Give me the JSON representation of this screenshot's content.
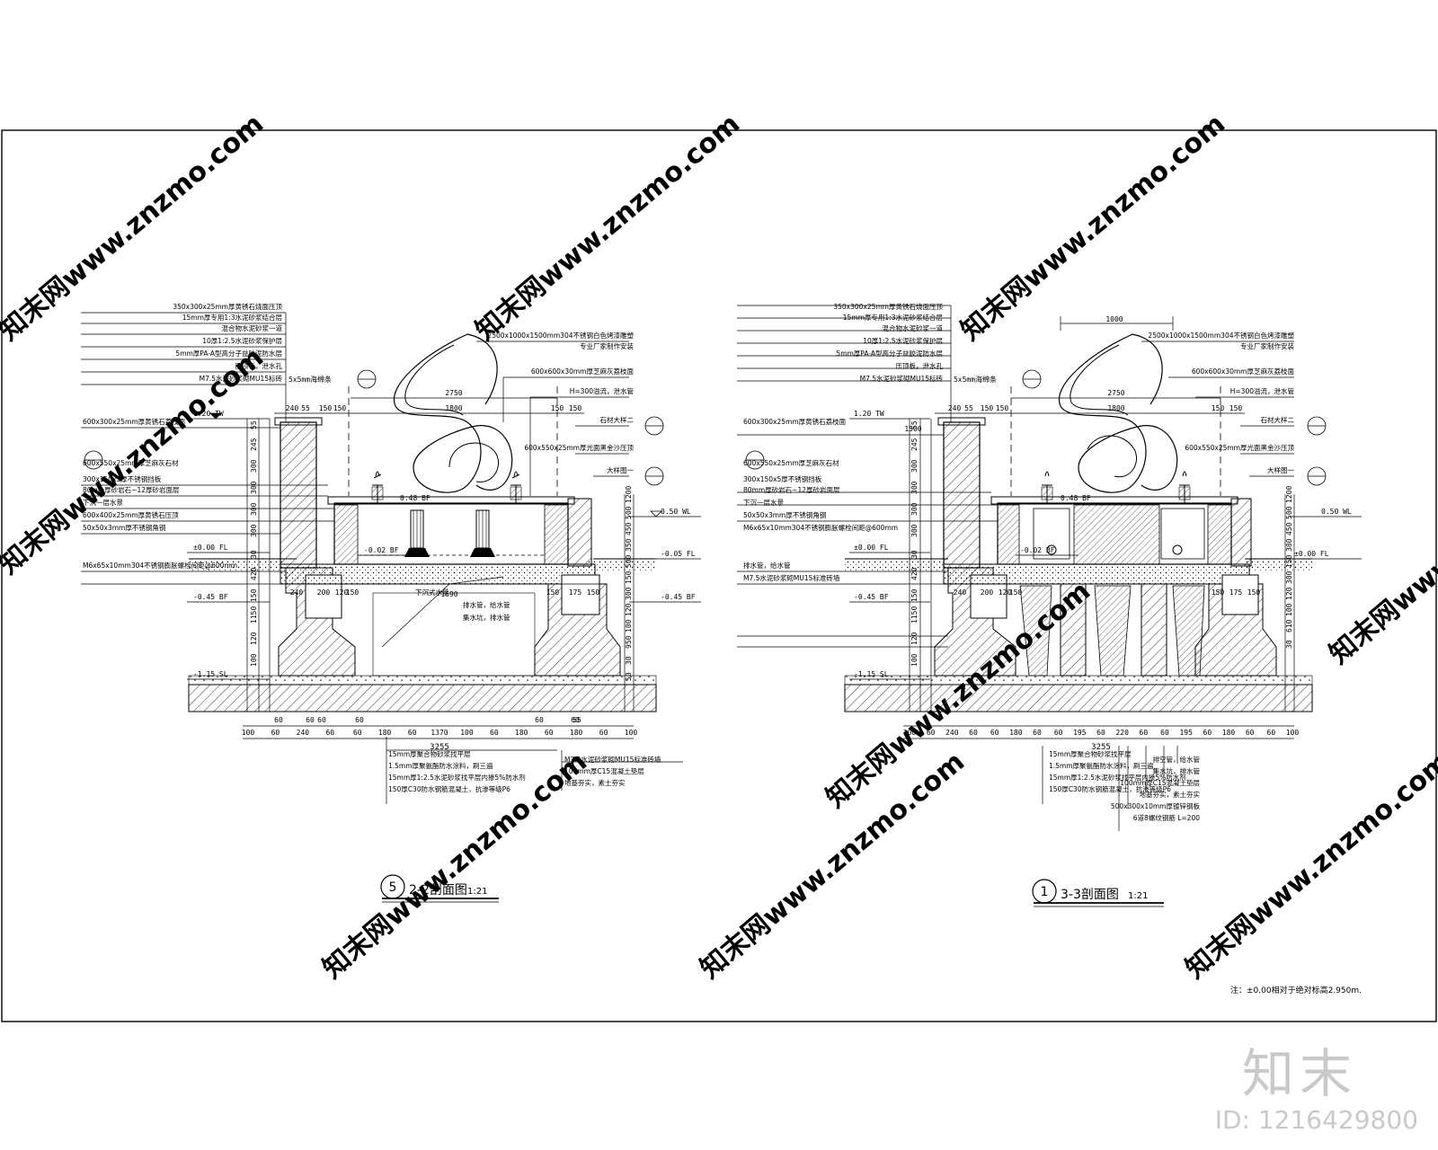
{
  "left_section": {
    "title": "2-2剖面图",
    "scale": "1:21",
    "index_no": "5",
    "callouts": [
      "350x300x25mm厚黄锈石烧面压顶",
      "15mm厚专用1:3水泥砂浆结合层",
      "混合物水泥砂浆一道",
      "10厚1:2.5水泥砂浆保护层",
      "5mm厚PA-A型高分子益胶泥防水层",
      "压顶板，泄水孔",
      "M7.5水泥砂浆砌MU15标砖",
      "600x300x25mm厚黄锈石荔枝面",
      "600x550x25mm厚芝麻灰石材",
      "300x150x5厚不锈钢挡板",
      "80mm厚砂岩石~12厚砂岩面层",
      "下沉一层水景",
      "600x400x25mm厚黄锈石压顶",
      "50x50x3mm厚不锈钢角钢",
      "M6x65x10mm304不锈钢膨胀螺栓间距@600mm"
    ],
    "right_callouts": [
      "2500x1000x1500mm304不锈钢白色烤漆雕塑",
      "专业厂家制作安装",
      "600x600x30mm厚芝麻灰荔枝面",
      "H=300溢流，泄水管",
      "石材大样二",
      "600x550x25mm厚光面黑金沙压顶",
      "大样图一"
    ],
    "bottom_notes_left": [
      "15mm厚聚合物砂浆找平层",
      "1.5mm厚聚氨酯防水涂料，刷三遍",
      "15mm厚1:2.5水泥砂浆找平层内掺5%防水剂",
      "150厚C30防水钢筋混凝土，抗渗等级P6"
    ],
    "bottom_notes_right": [
      "M7.5水泥砂浆砌MU15标准砖墙",
      "100mm厚C15混凝土垫层",
      "地基夯实，素土夯实"
    ],
    "mid_notes": [
      "下沉式水景",
      "排水管，给水管",
      "集水坑，排水管"
    ],
    "levels": [
      "1.20 TW",
      "0.48 BF",
      "0.50 WL",
      "±0.00 FL",
      "-0.02 BF",
      "-0.05 FL",
      "-0.45 BF",
      "-0.45 BF",
      "-1.15 SL"
    ],
    "dims_top": [
      "5x5mm海绵条",
      "240",
      "55",
      "150",
      "150",
      "1800",
      "150",
      "150",
      "2750"
    ],
    "dims_vertical": [
      "55",
      "245",
      "300",
      "300",
      "300",
      "300",
      "30",
      "420",
      "150",
      "1150",
      "120",
      "100",
      "1200",
      "500",
      "450",
      "350",
      "500",
      "150",
      "300",
      "120",
      "100",
      "950",
      "30",
      "50"
    ],
    "dims_bottom_row1": [
      "60",
      "60",
      "60",
      "60",
      "60",
      "60",
      "55"
    ],
    "dims_bottom_row2": [
      "100",
      "60",
      "240",
      "60",
      "60",
      "180",
      "60",
      "1370",
      "100",
      "60",
      "180",
      "60",
      "180",
      "60",
      "100"
    ],
    "dims_total": "3255",
    "dims_inner": [
      "240",
      "200",
      "120",
      "150",
      "1690",
      "150",
      "175",
      "150"
    ]
  },
  "right_section": {
    "title": "3-3剖面图",
    "scale": "1:21",
    "index_no": "1",
    "callouts": [
      "350x300x25mm厚黄锈石烧面压顶",
      "15mm厚专用1:3水泥砂浆结合层",
      "混合物水泥砂浆一道",
      "10厚1:2.5水泥砂浆保护层",
      "5mm厚PA-A型高分子益胶泥防水层",
      "压顶板，泄水孔",
      "M7.5水泥砂浆砌MU15标砖",
      "600x300x25mm厚黄锈石荔枝面",
      "600x550x25mm厚芝麻灰石材",
      "300x150x5厚不锈钢挡板",
      "80mm厚砂岩石~12厚砂岩面层",
      "下沉一层水景",
      "50x50x3mm厚不锈钢角钢",
      "M6x65x10mm304不锈钢膨胀螺栓间距@600mm",
      "排水管，给水管",
      "M7.5水泥砂浆砌MU15标准砖墙"
    ],
    "right_callouts": [
      "2500x1000x1500mm304不锈钢白色烤漆雕塑",
      "专业厂家制作安装",
      "600x600x30mm厚芝麻灰荔枝面",
      "H=300溢流，泄水管",
      "石材大样二",
      "600x550x25mm厚光面黑金沙压顶",
      "大样图一"
    ],
    "bottom_notes_left": [
      "15mm厚聚合物砂浆找平层",
      "1.5mm厚聚氨酯防水涂料，刷三遍",
      "15mm厚1:2.5水泥砂浆找平层内掺5%防水剂",
      "150厚C30防水钢筋混凝土，抗渗等级P6"
    ],
    "bottom_notes_right": [
      "排空管，给水管",
      "集水坑，排水管",
      "100mm厚C15混凝土垫层",
      "地基夯实，素土夯实",
      "500x300x10mm厚镀锌钢板",
      "6道8螺纹钢筋 L=200"
    ],
    "levels": [
      "1.20 TW",
      "0.48 BF",
      "0.50 WL",
      "±0.00 FL",
      "-0.02 BF",
      "±0.00 FL",
      "-0.45 BF",
      "-1.15 SL"
    ],
    "dims_top": [
      "1000",
      "5x5mm海绵条",
      "240",
      "55",
      "150",
      "150",
      "1800",
      "150",
      "150",
      "2750",
      "1500"
    ],
    "dims_vertical": [
      "55",
      "245",
      "300",
      "300",
      "300",
      "300",
      "30",
      "420",
      "150",
      "1150",
      "120",
      "100",
      "1200",
      "500",
      "450",
      "380",
      "150",
      "300",
      "120",
      "100",
      "610",
      "30"
    ],
    "dims_bottom_row2": [
      "100",
      "60",
      "240",
      "60",
      "60",
      "180",
      "60",
      "60",
      "195",
      "60",
      "220",
      "60",
      "60",
      "195",
      "60",
      "180",
      "60",
      "60",
      "100"
    ],
    "dims_total": "3255",
    "dims_inner": [
      "240",
      "200",
      "120",
      "150",
      "150",
      "175",
      "150"
    ]
  },
  "note": "注：±0.00相对于绝对标高2.950m.",
  "watermark": "知末网www.znzmo.com",
  "brand": {
    "name": "知末",
    "id": "ID: 1216429800"
  },
  "colors": {
    "line": "#000000",
    "watermark": "#d4d4d4",
    "brand": "#c9c9c9",
    "background": "#ffffff"
  }
}
